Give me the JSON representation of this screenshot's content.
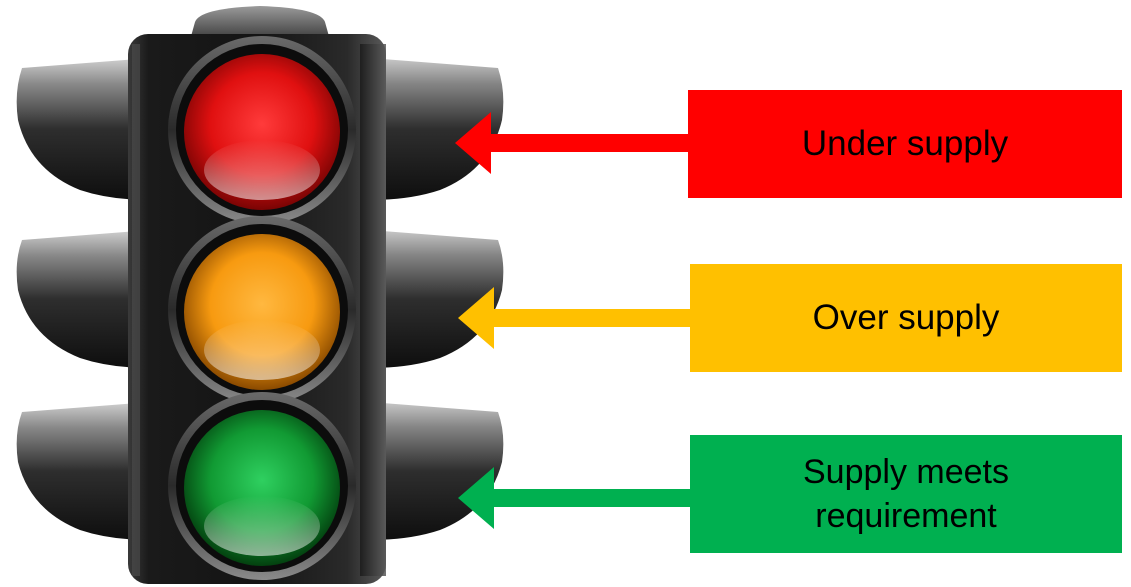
{
  "legend": [
    {
      "label": "Under supply",
      "light": "red",
      "color": "#ff0000",
      "lamp": "#e01010"
    },
    {
      "label": "Over supply",
      "light": "amber",
      "color": "#ffc000",
      "lamp": "#f79a10"
    },
    {
      "label": "Supply meets requirement",
      "light": "green",
      "color": "#00b050",
      "lamp": "#119a33"
    }
  ],
  "icons": {
    "traffic_light": "traffic-light-icon",
    "arrow": "left-arrow-icon"
  }
}
